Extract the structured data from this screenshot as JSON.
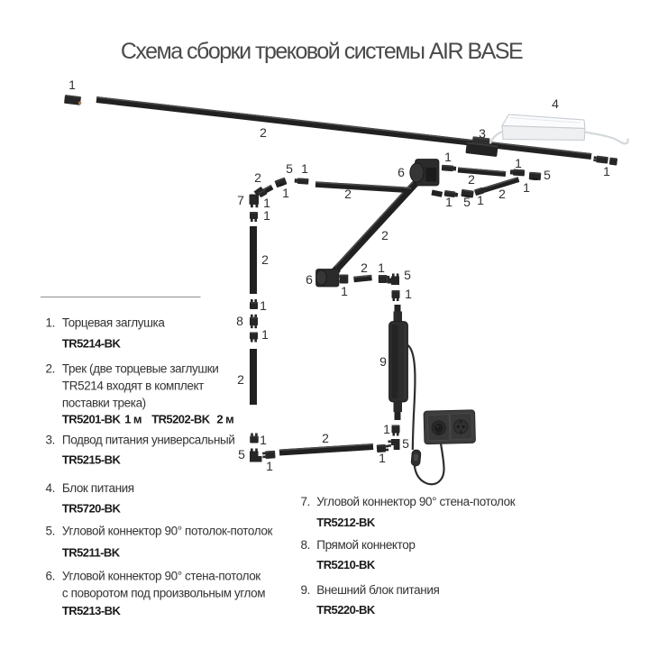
{
  "title": "Схема сборки трековой системы AIR BASE",
  "diagram": {
    "system_name": "AIR BASE",
    "labels": [
      "1",
      "2",
      "3",
      "4",
      "1",
      "6",
      "1",
      "2",
      "1",
      "5",
      "1",
      "1",
      "5",
      "1",
      "2",
      "2",
      "5",
      "1",
      "2",
      "1",
      "7",
      "1",
      "1",
      "2",
      "1",
      "8",
      "1",
      "2",
      "1",
      "5",
      "1",
      "2",
      "1",
      "5",
      "1",
      "9",
      "1",
      "5",
      "1",
      "2",
      "1",
      "6",
      "2"
    ]
  },
  "legend": {
    "items": [
      {
        "num": "1.",
        "lines": [
          "Торцевая заглушка"
        ],
        "code": "TR5214-BK"
      },
      {
        "num": "2.",
        "lines": [
          "Трек (две торцевые заглушки",
          "TR5214 входят в комплект",
          "поставки трека)"
        ],
        "code": "TR5201-BK",
        "code_size_1": "1 м",
        "code2": "TR5202-BK",
        "code_size_2": "2 м"
      },
      {
        "num": "3.",
        "lines": [
          "Подвод питания универсальный"
        ],
        "code": "TR5215-BK"
      },
      {
        "num": "4.",
        "lines": [
          "Блок питания"
        ],
        "code": "TR5720-BK"
      },
      {
        "num": "5.",
        "lines": [
          "Угловой коннектор 90° потолок-потолок"
        ],
        "code": "TR5211-BK"
      },
      {
        "num": "6.",
        "lines": [
          "Угловой коннектор 90° стена-потолок",
          "с поворотом под произвольным углом"
        ],
        "code": "TR5213-BK"
      },
      {
        "num": "7.",
        "lines": [
          "Угловой коннектор 90° стена-потолок"
        ],
        "code": "TR5212-BK"
      },
      {
        "num": "8.",
        "lines": [
          "Прямой коннектор"
        ],
        "code": "TR5210-BK"
      },
      {
        "num": "9.",
        "lines": [
          "Внешний блок питания"
        ],
        "code": "TR5220-BK"
      }
    ]
  },
  "colors": {
    "background": "#ffffff",
    "track": "#212121",
    "track_highlight": "#4e4e4e",
    "connector": "#262626",
    "block": "#2b2b2b",
    "label_text": "#303030",
    "title_text": "#4a4a4a",
    "legend_text": "#333333",
    "legend_code": "#1a1a1a",
    "psu_outline": "#c7ccd1",
    "psu_fill": "#fbfcfd",
    "cord_white": "#d5d9dc",
    "cord_black": "#2e2e2e",
    "socket": "#3b3b3b",
    "divider": "#9c9c9c",
    "contact_gold": "#aa8146"
  }
}
